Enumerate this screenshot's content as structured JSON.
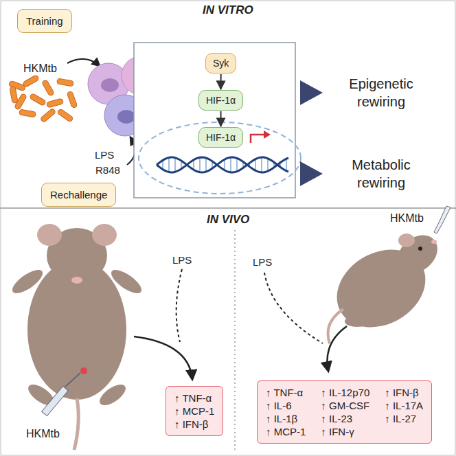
{
  "diagram": {
    "nodes": [
      {
        "text": [
          "Training"
        ]
      },
      {
        "text": [
          "Rechallenge"
        ]
      },
      {
        "text": [
          "Syk"
        ]
      },
      {
        "text": [
          "HIF-1α"
        ]
      },
      {
        "text": [
          "HIF-1α"
        ]
      },
      {
        "text": [
          "↑ TNF-α",
          "↑ MCP-1",
          "↑ IFN-β"
        ]
      },
      {
        "text": [
          "↑ TNF-α",
          "↑ IL-6",
          "↑ IL-1β",
          "↑ MCP-1",
          "↑ IL-12p70",
          "↑ GM-CSF",
          "↑ IL-23",
          "↑ IFN-γ",
          "↑ IFN-β",
          "↑ IL-17A",
          "↑ IL-27"
        ]
      }
    ],
    "edges": [
      {
        "from": 2,
        "to": 3,
        "arrow": "to"
      },
      {
        "from": 3,
        "to": 4,
        "arrow": "to"
      }
    ],
    "labels": [
      "IN VITRO",
      "HKMtb",
      "LPS",
      "R848",
      "Epigenetic rewiring",
      "Metabolic rewiring",
      "IN VIVO",
      "LPS",
      "HKMtb",
      "LPS",
      "HKMtb"
    ]
  }
}
